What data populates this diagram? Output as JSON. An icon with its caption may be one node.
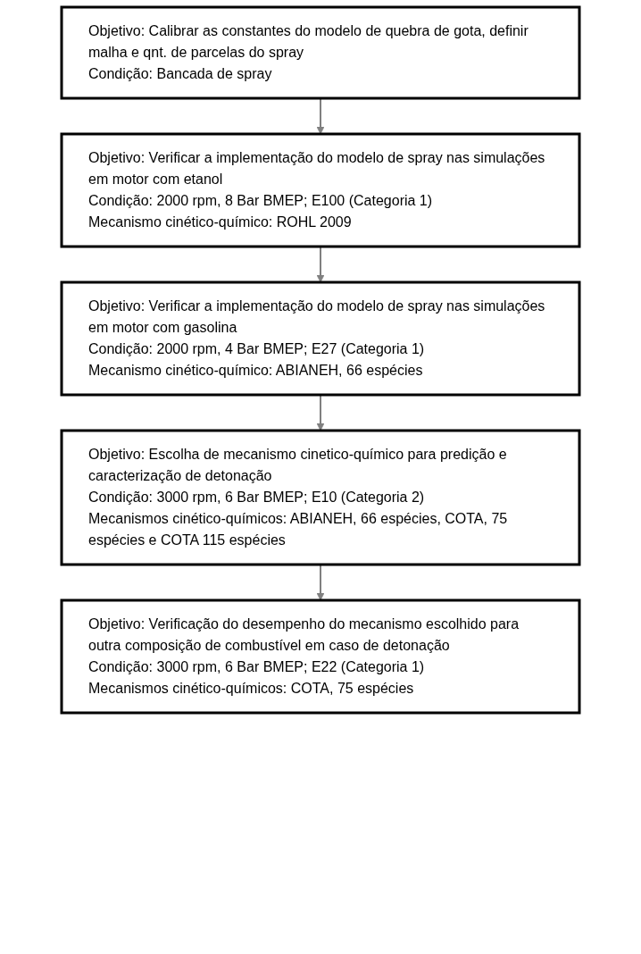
{
  "diagram": {
    "nodes": [
      {
        "text": [
          "Objetivo: Calibrar as constantes do modelo de quebra de gota, definir malha e qnt. de parcelas do spray",
          "Condição: Bancada de spray"
        ]
      },
      {
        "text": [
          "Objetivo: Verificar a implementação do modelo de spray nas simulações em motor com etanol",
          "Condição: 2000 rpm, 8 Bar BMEP; E100 (Categoria 1)",
          "Mecanismo cinético-químico: ROHL 2009"
        ]
      },
      {
        "text": [
          "Objetivo: Verificar a implementação do modelo de spray nas simulações em motor com gasolina",
          "Condição: 2000 rpm, 4 Bar BMEP; E27 (Categoria 1)",
          "Mecanismo cinético-químico: ABIANEH, 66 espécies"
        ]
      },
      {
        "text": [
          "Objetivo: Escolha de mecanismo cinetico-químico para predição e caracterização de detonação",
          "Condição: 3000 rpm, 6 Bar BMEP; E10 (Categoria 2)",
          "Mecanismos cinético-químicos: ABIANEH, 66 espécies, COTA, 75 espécies e COTA 115 espécies"
        ]
      },
      {
        "text": [
          "Objetivo: Verificação do desempenho do mecanismo escolhido para outra composição de combustível em caso de detonação",
          "Condição: 3000 rpm, 6 Bar BMEP; E22 (Categoria 1)",
          "Mecanismos cinético-químicos: COTA, 75 espécies"
        ]
      }
    ],
    "edges": [
      {
        "from": 0,
        "to": 1,
        "arrow": "to"
      },
      {
        "from": 1,
        "to": 2,
        "arrow": "to"
      },
      {
        "from": 2,
        "to": 3,
        "arrow": "to"
      },
      {
        "from": 3,
        "to": 4,
        "arrow": "to"
      }
    ]
  }
}
